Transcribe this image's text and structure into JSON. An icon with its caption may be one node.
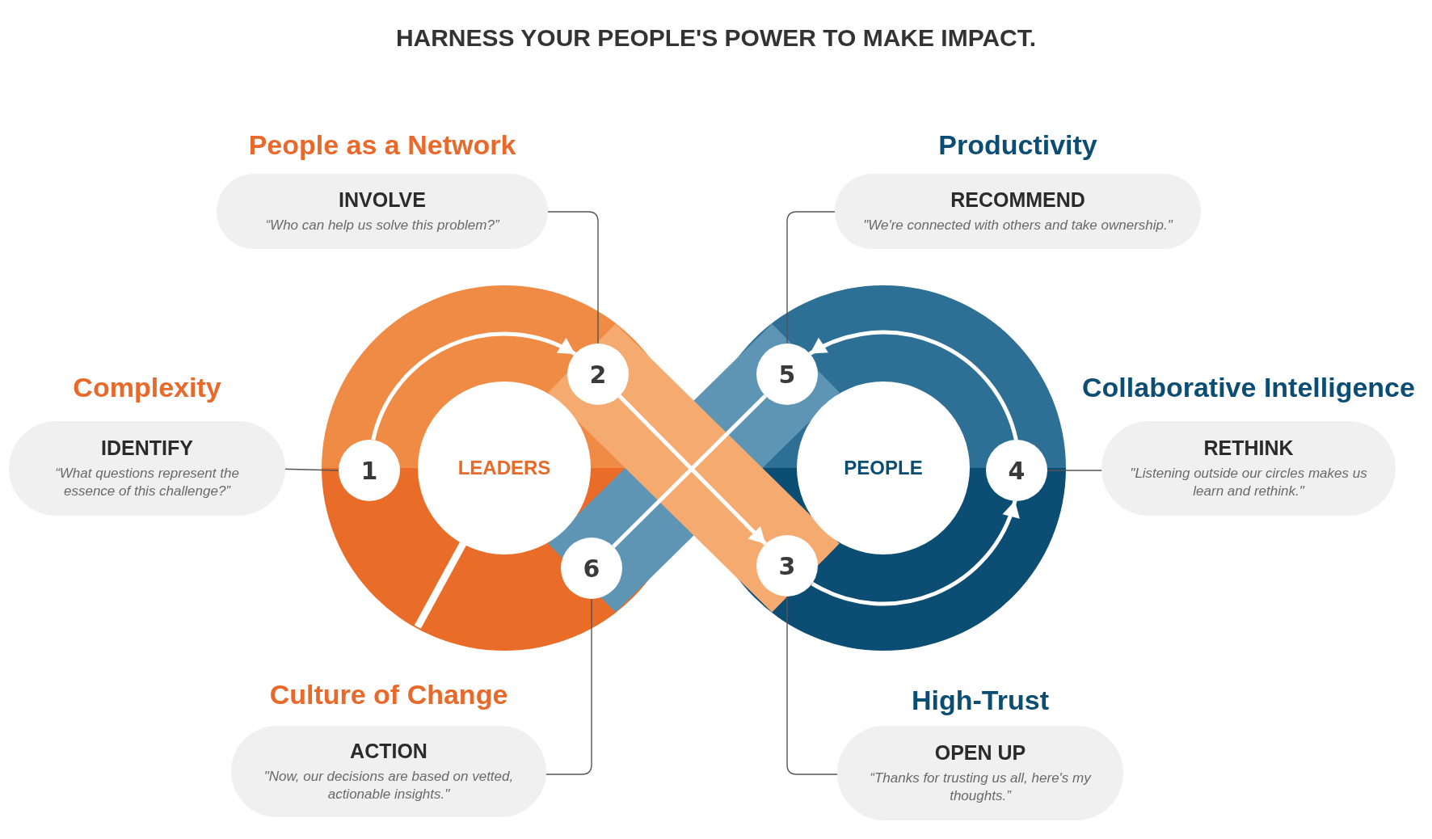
{
  "diagram": {
    "title": "HARNESS YOUR PEOPLE'S POWER TO MAKE IMPACT.",
    "nodes": [
      {
        "text": [
          "People as a Network",
          "INVOLVE",
          "“Who can help us solve this problem?”"
        ]
      },
      {
        "text": [
          "Productivity",
          "RECOMMEND",
          "\"We're connected with others and take ownership.\""
        ]
      },
      {
        "text": [
          "Complexity",
          "IDENTIFY",
          "“What questions represent the essence of this challenge?”"
        ]
      },
      {
        "text": [
          "1"
        ]
      },
      {
        "text": [
          "LEADERS"
        ]
      },
      {
        "text": [
          "2"
        ]
      },
      {
        "text": [
          "5"
        ]
      },
      {
        "text": [
          "PEOPLE"
        ]
      },
      {
        "text": [
          "4"
        ]
      },
      {
        "text": [
          "Collaborative Intelligence",
          "RETHINK",
          "\"Listening outside our circles makes us learn and rethink.\""
        ]
      },
      {
        "text": [
          "6"
        ]
      },
      {
        "text": [
          "3"
        ]
      },
      {
        "text": [
          "Culture of Change",
          "ACTION",
          "\"Now, our decisions are based on vetted, actionable insights.\""
        ]
      },
      {
        "text": [
          "High-Trust",
          "OPEN UP",
          "“Thanks for trusting us all, here's my thoughts.”"
        ]
      }
    ],
    "edges": [
      {
        "from": 3,
        "to": 5,
        "arrow": "to",
        "style": "thick",
        "color": "#ffffff"
      },
      {
        "from": 5,
        "to": 11,
        "arrow": "to",
        "style": "thick",
        "color": "#ffffff"
      },
      {
        "from": 11,
        "to": 8,
        "arrow": "to",
        "style": "thick",
        "color": "#ffffff"
      },
      {
        "from": 8,
        "to": 6,
        "arrow": "to",
        "style": "thick",
        "color": "#ffffff"
      },
      {
        "from": 6,
        "to": 10,
        "arrow": "none",
        "style": "thick",
        "color": "#ffffff"
      },
      {
        "from": 3,
        "to": 2,
        "arrow": "other"
      },
      {
        "from": 5,
        "to": 0,
        "arrow": "other"
      },
      {
        "from": 6,
        "to": 1,
        "arrow": "other"
      },
      {
        "from": 8,
        "to": 9,
        "arrow": "other"
      },
      {
        "from": 10,
        "to": 12,
        "arrow": "other"
      },
      {
        "from": 11,
        "to": 13,
        "arrow": "other"
      }
    ]
  }
}
